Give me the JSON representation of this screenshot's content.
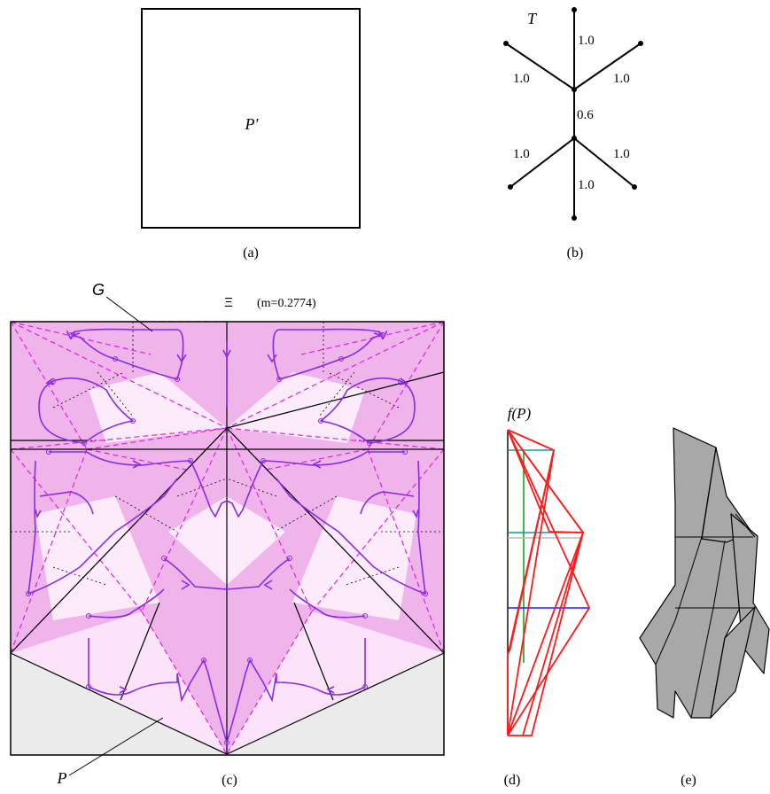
{
  "panel_a": {
    "square_label": "P′",
    "caption": "(a)"
  },
  "panel_b": {
    "tree_label": "T",
    "edge_top": "1.0",
    "edge_upper_left": "1.0",
    "edge_upper_right": "1.0",
    "edge_middle": "0.6",
    "edge_lower_left": "1.0",
    "edge_lower_right": "1.0",
    "edge_bottom": "1.0",
    "caption": "(b)"
  },
  "panel_c": {
    "graph_label": "G",
    "xi_label": "Ξ",
    "m_label": "(m=0.2774)",
    "polygon_label": "P",
    "caption": "(c)"
  },
  "panel_d": {
    "title": "f(P)",
    "caption": "(d)"
  },
  "panel_e": {
    "caption": "(e)"
  },
  "colors": {
    "magenta_fill": "#f7d2f3",
    "magenta_dark_fill": "#efb4ea",
    "magenta_dash": "#e020e0",
    "purple_path": "#8a2be2",
    "red_line": "#ff1a1a",
    "teal_line": "#1a9a9a",
    "blue_line": "#1a1aff",
    "green_line": "#1aa01a",
    "gray_fill": "#a8a8a8",
    "light_gray_fill": "#ebebeb"
  }
}
